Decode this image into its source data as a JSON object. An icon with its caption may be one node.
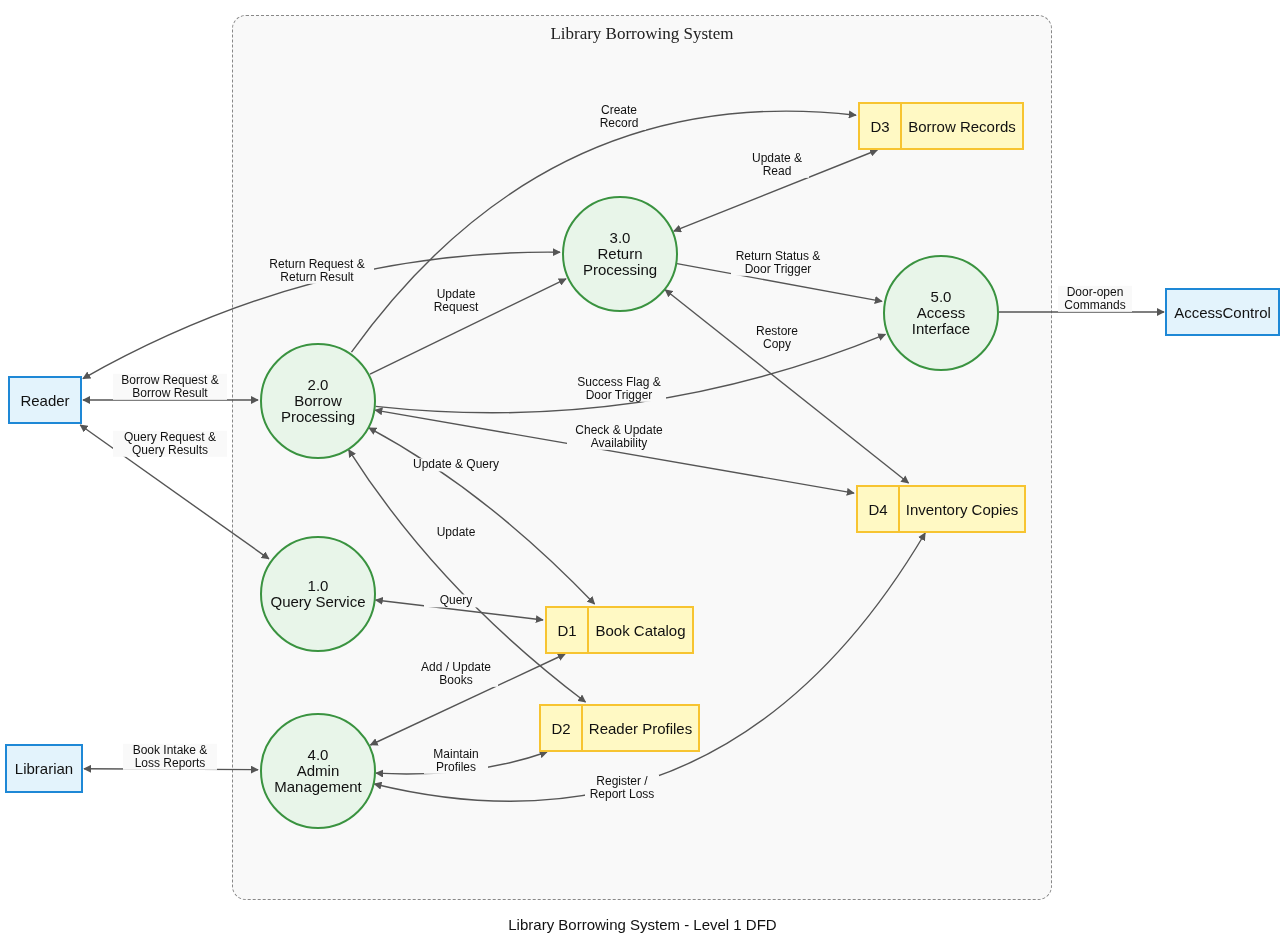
{
  "diagram": {
    "caption": "Library Borrowing System - Level 1 DFD",
    "nodes": [
      {
        "text": [
          "Library Borrowing System"
        ]
      },
      {
        "text": [
          "Reader"
        ]
      },
      {
        "text": [
          "Librarian"
        ]
      },
      {
        "text": [
          "AccessControl"
        ]
      },
      {
        "text": [
          "1.0",
          "Query Service"
        ],
        "in": 0
      },
      {
        "text": [
          "2.0",
          "Borrow Processing"
        ],
        "in": 0
      },
      {
        "text": [
          "3.0",
          "Return Processing"
        ],
        "in": 0
      },
      {
        "text": [
          "4.0",
          "Admin Management"
        ],
        "in": 0
      },
      {
        "text": [
          "5.0",
          "Access Interface"
        ],
        "in": 0
      },
      {
        "text": [
          "D1",
          "Book Catalog"
        ],
        "in": 0
      },
      {
        "text": [
          "D2",
          "Reader Profiles"
        ],
        "in": 0
      },
      {
        "text": [
          "D3",
          "Borrow Records"
        ],
        "in": 0
      },
      {
        "text": [
          "D4",
          "Inventory Copies"
        ],
        "in": 0
      }
    ],
    "edges": [
      {
        "from": 1,
        "to": 5,
        "arrow": "both",
        "label": "Borrow Request & Borrow Result"
      },
      {
        "from": 1,
        "to": 6,
        "arrow": "both",
        "label": "Return Request & Return Result"
      },
      {
        "from": 1,
        "to": 4,
        "arrow": "both",
        "label": "Query Request & Query Results"
      },
      {
        "from": 2,
        "to": 7,
        "arrow": "both",
        "label": "Book Intake & Loss Reports"
      },
      {
        "from": 5,
        "to": 11,
        "arrow": "to",
        "label": "Create Record"
      },
      {
        "from": 6,
        "to": 11,
        "arrow": "both",
        "label": "Update & Read"
      },
      {
        "from": 5,
        "to": 6,
        "arrow": "to",
        "label": "Update Request"
      },
      {
        "from": 6,
        "to": 8,
        "arrow": "to",
        "label": "Return Status & Door Trigger"
      },
      {
        "from": 5,
        "to": 8,
        "arrow": "to",
        "label": "Success Flag & Door Trigger"
      },
      {
        "from": 8,
        "to": 3,
        "arrow": "to",
        "label": "Door-open Commands"
      },
      {
        "from": 6,
        "to": 12,
        "arrow": "both",
        "label": "Restore Copy"
      },
      {
        "from": 5,
        "to": 12,
        "arrow": "both",
        "label": "Check & Update Availability"
      },
      {
        "from": 5,
        "to": 9,
        "arrow": "both",
        "label": "Update & Query"
      },
      {
        "from": 5,
        "to": 10,
        "arrow": "both",
        "label": "Update"
      },
      {
        "from": 4,
        "to": 9,
        "arrow": "both",
        "label": "Query"
      },
      {
        "from": 7,
        "to": 9,
        "arrow": "both",
        "label": "Add / Update Books"
      },
      {
        "from": 7,
        "to": 10,
        "arrow": "both",
        "label": "Maintain Profiles"
      },
      {
        "from": 7,
        "to": 12,
        "arrow": "both",
        "label": "Register / Report Loss"
      }
    ]
  }
}
